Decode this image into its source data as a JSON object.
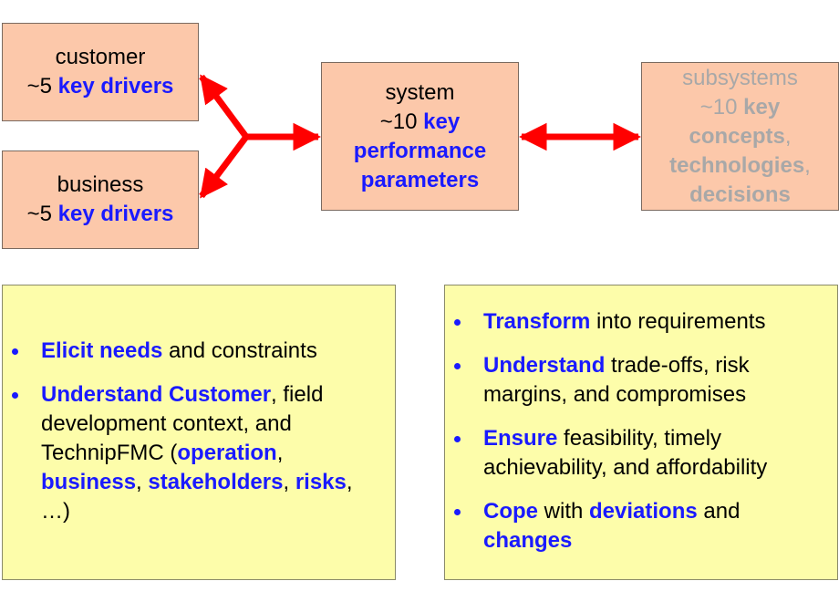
{
  "colors": {
    "box_fill": "#fcc8aa",
    "note_fill": "#fdfdaa",
    "arrow": "#ff0000",
    "emphasis": "#1a1aff",
    "muted": "#a8a8a8"
  },
  "customer": {
    "title": "customer",
    "prefix": "~5 ",
    "emph": "key drivers"
  },
  "business": {
    "title": "business",
    "prefix": "~5 ",
    "emph": "key drivers"
  },
  "system": {
    "title": "system",
    "prefix": "~10 ",
    "emph1": "key",
    "emph2": "performance",
    "emph3": "parameters"
  },
  "subsystems": {
    "title": "subsystems",
    "prefix": "~10 ",
    "key": "key",
    "concepts": "concepts",
    "comma1": ",",
    "technologies": "technologies",
    "comma2": ",",
    "decisions": "decisions"
  },
  "left_note": {
    "item1": {
      "emph": "Elicit needs",
      "rest": " and constraints"
    },
    "item2": {
      "emph": "Understand Customer",
      "rest1": ", field development context, and TechnipFMC (",
      "operation": "operation",
      "c1": ", ",
      "business": "business",
      "c2": ", ",
      "stakeholders": "stakeholders",
      "c3": ", ",
      "risks": "risks",
      "tail": ", …)"
    }
  },
  "right_note": {
    "item1": {
      "emph": "Transform",
      "rest": " into requirements"
    },
    "item2": {
      "emph": "Understand",
      "rest": " trade-offs, risk margins, and compromises"
    },
    "item3": {
      "emph": "Ensure",
      "rest": " feasibility, timely achievability, and affordability"
    },
    "item4": {
      "emph1": "Cope",
      "mid": " with ",
      "emph2": "deviations",
      "and": " and ",
      "emph3": "changes"
    }
  }
}
